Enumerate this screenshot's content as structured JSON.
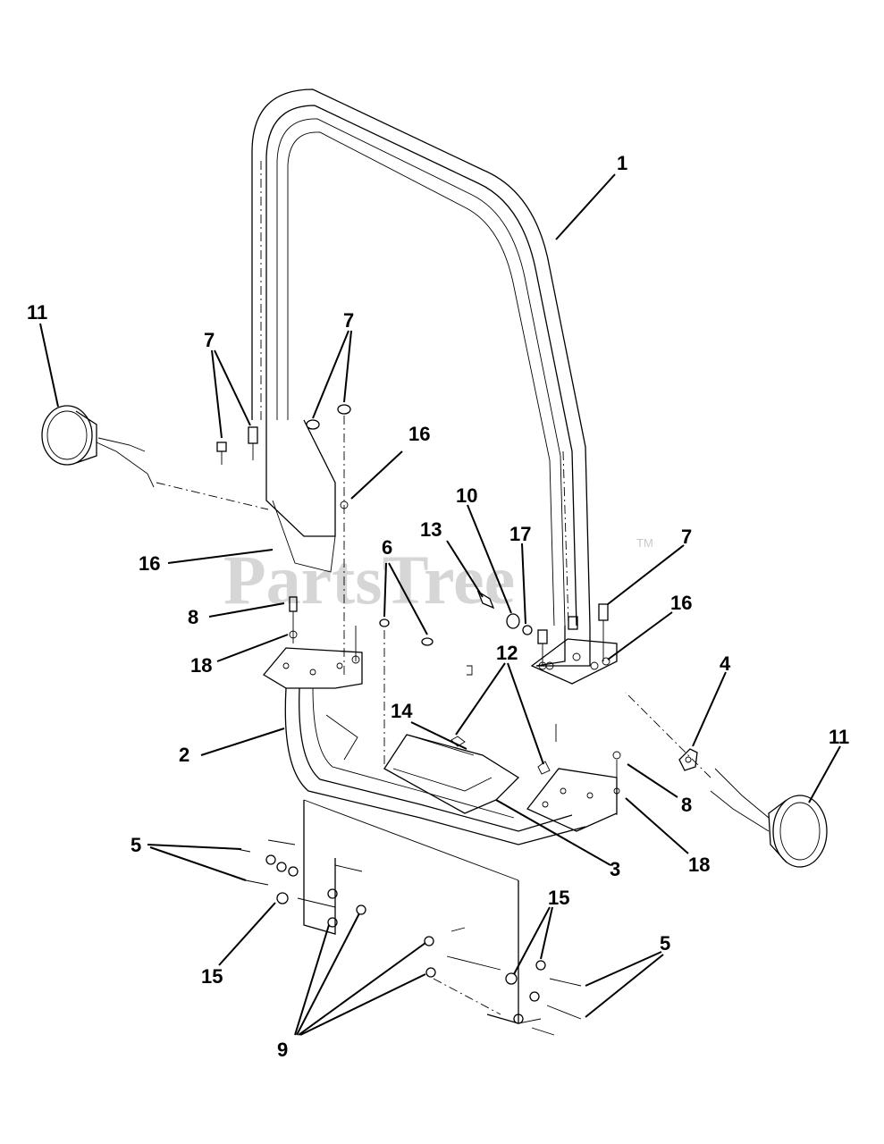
{
  "watermark": {
    "brand": "PartsTree",
    "trademark": "TM"
  },
  "callouts": [
    {
      "id": "c1",
      "label": "1"
    },
    {
      "id": "c11a",
      "label": "11"
    },
    {
      "id": "c7a",
      "label": "7"
    },
    {
      "id": "c7b",
      "label": "7"
    },
    {
      "id": "c16a",
      "label": "16"
    },
    {
      "id": "c16b",
      "label": "16"
    },
    {
      "id": "c8a",
      "label": "8"
    },
    {
      "id": "c18a",
      "label": "18"
    },
    {
      "id": "c6",
      "label": "6"
    },
    {
      "id": "c13",
      "label": "13"
    },
    {
      "id": "c10",
      "label": "10"
    },
    {
      "id": "c17",
      "label": "17"
    },
    {
      "id": "c7c",
      "label": "7"
    },
    {
      "id": "c16c",
      "label": "16"
    },
    {
      "id": "c12",
      "label": "12"
    },
    {
      "id": "c4",
      "label": "4"
    },
    {
      "id": "c11b",
      "label": "11"
    },
    {
      "id": "c14",
      "label": "14"
    },
    {
      "id": "c2",
      "label": "2"
    },
    {
      "id": "c8b",
      "label": "8"
    },
    {
      "id": "c3",
      "label": "3"
    },
    {
      "id": "c18b",
      "label": "18"
    },
    {
      "id": "c5a",
      "label": "5"
    },
    {
      "id": "c15a",
      "label": "15"
    },
    {
      "id": "c15b",
      "label": "15"
    },
    {
      "id": "c5b",
      "label": "5"
    },
    {
      "id": "c9",
      "label": "9"
    }
  ]
}
